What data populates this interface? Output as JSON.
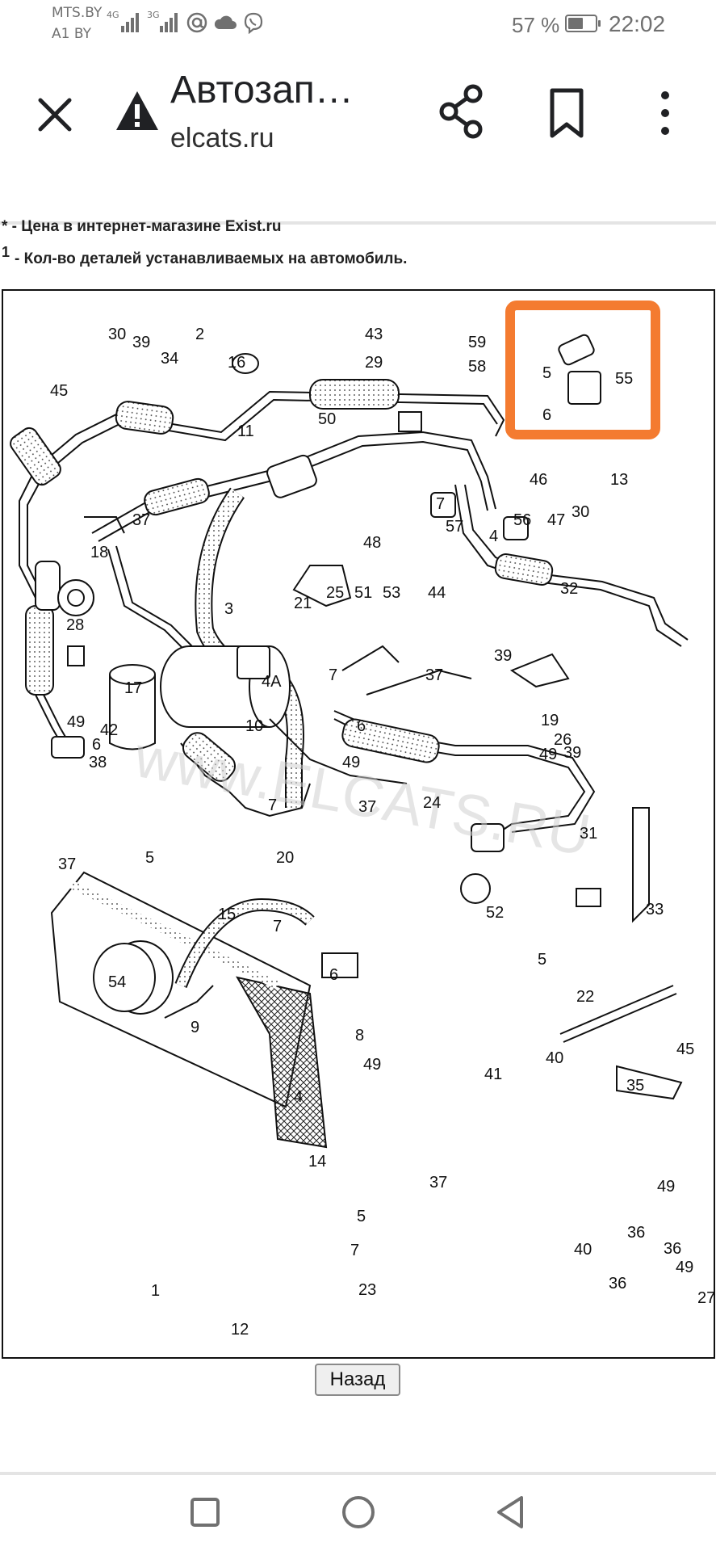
{
  "status_bar": {
    "carrier_1": "MTS.BY",
    "carrier_2": "A1 BY",
    "network_1": "4G",
    "network_2": "3G",
    "battery_text": "57 %",
    "battery_level": 0.57,
    "time": "22:02",
    "icons": [
      "signal-icon",
      "at-icon",
      "cloud-icon",
      "viber-icon",
      "battery-icon"
    ]
  },
  "toolbar": {
    "title": "Автозап…",
    "domain": "elcats.ru",
    "icons": [
      "close-icon",
      "warning-icon",
      "share-icon",
      "bookmark-icon",
      "more-vert-icon"
    ]
  },
  "notes": {
    "note_1_mark": "*",
    "note_1_text": " - Цена в интернет-магазине Exist.ru",
    "note_2_mark": "1",
    "note_2_text": "- Кол-во деталей устанавливаемых на автомобиль."
  },
  "diagram": {
    "highlight_color": "#f47b30",
    "labels": [
      "30",
      "39",
      "34",
      "45",
      "2",
      "16",
      "43",
      "29",
      "59",
      "58",
      "5",
      "55",
      "6",
      "50",
      "11",
      "13",
      "46",
      "37",
      "18",
      "7",
      "57",
      "56",
      "4",
      "47",
      "30",
      "48",
      "28",
      "21",
      "25",
      "51",
      "53",
      "44",
      "32",
      "39",
      "3",
      "17",
      "4A",
      "7",
      "37",
      "49",
      "42",
      "6",
      "38",
      "10",
      "6",
      "19",
      "26",
      "39",
      "49",
      "49",
      "24",
      "7",
      "37",
      "31",
      "37",
      "7",
      "5",
      "20",
      "15",
      "6",
      "52",
      "5",
      "33",
      "54",
      "9",
      "8",
      "49",
      "41",
      "22",
      "40",
      "35",
      "45",
      "4",
      "14",
      "5",
      "37",
      "7",
      "23",
      "49",
      "36",
      "40",
      "36",
      "49",
      "36",
      "27",
      "1",
      "12"
    ],
    "watermark": "www.ELCATS.RU"
  },
  "back_button": {
    "label": "Назад"
  },
  "nav_bar": {
    "icons": [
      "recent-apps-icon",
      "home-icon",
      "back-triangle-icon"
    ]
  }
}
